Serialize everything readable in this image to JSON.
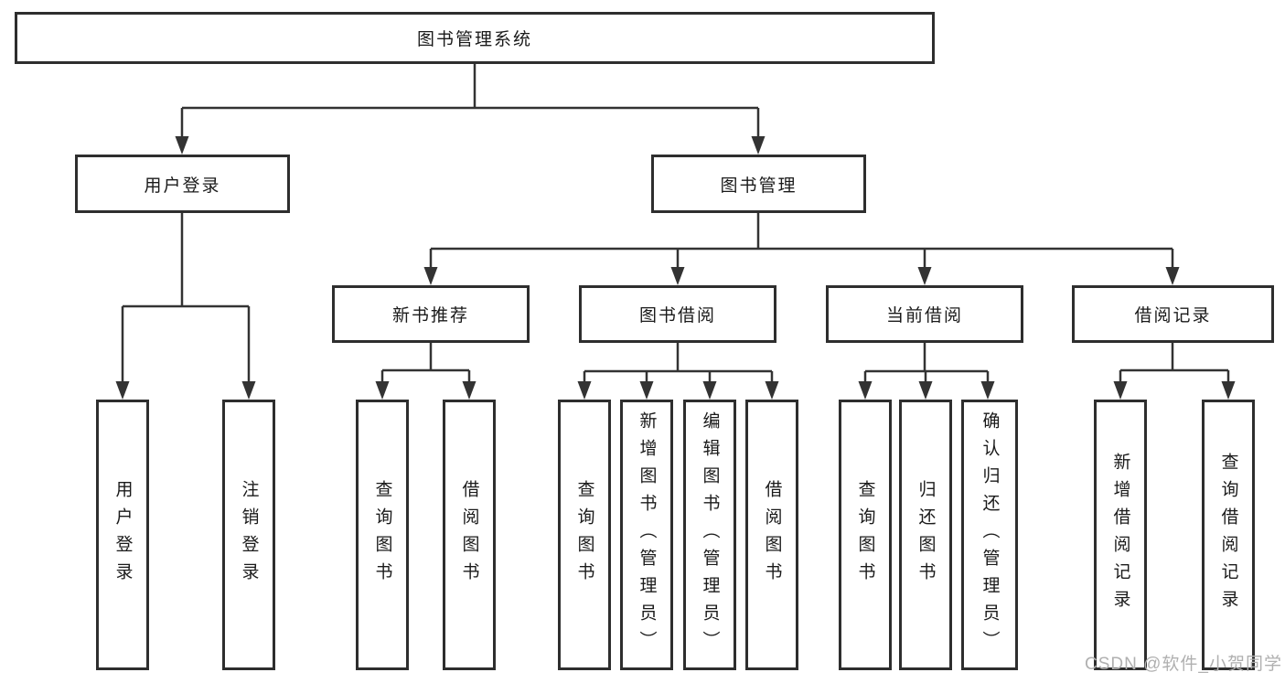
{
  "diagram": {
    "root": {
      "label": "图书管理系统"
    },
    "user_login": {
      "label": "用户登录",
      "children": [
        {
          "label": "用户登录"
        },
        {
          "label": "注销登录"
        }
      ]
    },
    "book_management": {
      "label": "图书管理",
      "sections": [
        {
          "label": "新书推荐",
          "children": [
            {
              "label": "查询图书"
            },
            {
              "label": "借阅图书"
            }
          ]
        },
        {
          "label": "图书借阅",
          "children": [
            {
              "label": "查询图书"
            },
            {
              "label": "新增图书（管理员）"
            },
            {
              "label": "编辑图书（管理员）"
            },
            {
              "label": "借阅图书"
            }
          ]
        },
        {
          "label": "当前借阅",
          "children": [
            {
              "label": "查询图书"
            },
            {
              "label": "归还图书"
            },
            {
              "label": "确认归还（管理员）"
            }
          ]
        },
        {
          "label": "借阅记录",
          "children": [
            {
              "label": "新增借阅记录"
            },
            {
              "label": "查询借阅记录"
            }
          ]
        }
      ]
    }
  },
  "watermark": "CSDN @软件_小贺同学",
  "colors": {
    "line": "#333333",
    "box_border": "#2e2e2e",
    "text": "#1a1a1a",
    "watermark": "#b0b0b0",
    "background": "#ffffff"
  }
}
